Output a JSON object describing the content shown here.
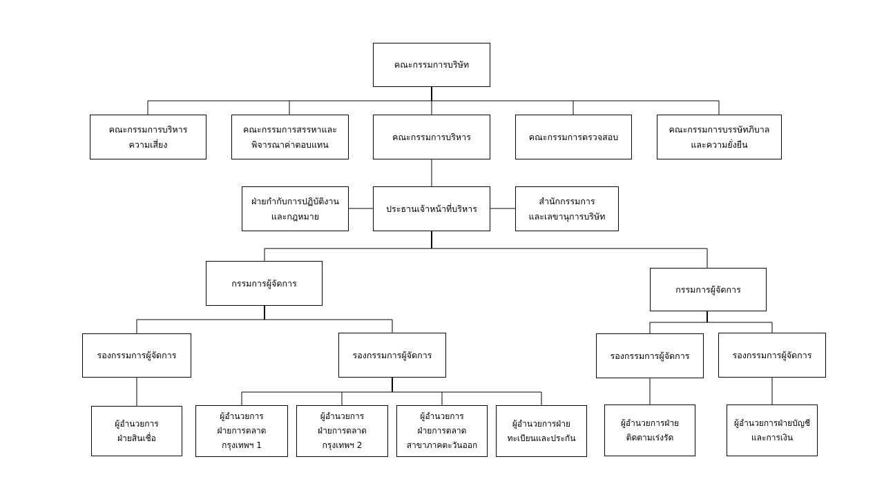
{
  "org_chart": {
    "board": {
      "lines": [
        "คณะกรรมการบริษัท"
      ]
    },
    "board_committees": [
      {
        "lines": [
          "คณะกรรมการบริหาร",
          "ความเสี่ยง"
        ]
      },
      {
        "lines": [
          "คณะกรรมการสรรหาและ",
          "พิจารณาค่าตอบแทน"
        ]
      },
      {
        "lines": [
          "คณะกรรมการบริหาร"
        ]
      },
      {
        "lines": [
          "คณะกรรมการตรวจสอบ"
        ]
      },
      {
        "lines": [
          "คณะกรรมการบรรษัทภิบาล",
          "และความยั่งยืน"
        ]
      }
    ],
    "ceo": {
      "lines": [
        "ประธานเจ้าหน้าที่บริหาร"
      ]
    },
    "compliance": {
      "lines": [
        "ฝ่ายกำกับการปฏิบัติงาน",
        "และกฎหมาย"
      ]
    },
    "secretary_office": {
      "lines": [
        "สำนักกรรมการ",
        "และเลขานุการบริษัท"
      ]
    },
    "managing_directors": [
      {
        "lines": [
          "กรรมการผู้จัดการ"
        ]
      },
      {
        "lines": [
          "กรรมการผู้จัดการ"
        ]
      }
    ],
    "deputy_managing_directors": [
      {
        "lines": [
          "รองกรรมการผู้จัดการ"
        ]
      },
      {
        "lines": [
          "รองกรรมการผู้จัดการ"
        ]
      },
      {
        "lines": [
          "รองกรรมการผู้จัดการ"
        ]
      },
      {
        "lines": [
          "รองกรรมการผู้จัดการ"
        ]
      }
    ],
    "department_directors": [
      {
        "lines": [
          "ผู้อำนวยการ",
          "ฝ่ายสินเชื่อ"
        ]
      },
      {
        "lines": [
          "ผู้อำนวยการ",
          "ฝ่ายการตลาด",
          "กรุงเทพฯ 1"
        ]
      },
      {
        "lines": [
          "ผู้อำนวยการ",
          "ฝ่ายการตลาด",
          "กรุงเทพฯ 2"
        ]
      },
      {
        "lines": [
          "ผู้อำนวยการ",
          "ฝ่ายการตลาด",
          "สาขาภาคตะวันออก"
        ]
      },
      {
        "lines": [
          "ผู้อำนวยการฝ่าย",
          "ทะเบียนและประกัน"
        ]
      },
      {
        "lines": [
          "ผู้อำนวยการฝ่าย",
          "ติดตามเร่งรัด"
        ]
      },
      {
        "lines": [
          "ผู้อำนวยการฝ่ายบัญชี",
          "และการเงิน"
        ]
      }
    ]
  },
  "colors": {
    "line": "#000000",
    "box_border": "#000000",
    "background": "#ffffff"
  }
}
